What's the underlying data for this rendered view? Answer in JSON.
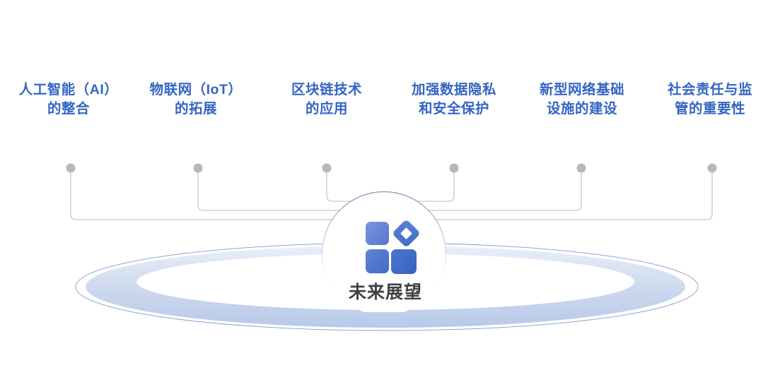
{
  "hub": {
    "title": "未来展望",
    "icon": "app-grid-diamond-icon"
  },
  "topics": [
    {
      "title": "人工智能（AI）\n的整合"
    },
    {
      "title": "物联网（IoT）\n的拓展"
    },
    {
      "title": "区块链技术\n的应用"
    },
    {
      "title": "加强数据隐私\n和安全保护"
    },
    {
      "title": "新型网络基础\n设施的建设"
    },
    {
      "title": "社会责任与监\n管的重要性"
    }
  ],
  "colors": {
    "background": "#ffffff",
    "label_text": "#3465c3",
    "hub_title_text": "#3d4145",
    "connector_line": "#cfd0d5",
    "connector_dot": "#b6b8bd",
    "hub_circle_border": "#8096bc",
    "ring_gradient_top": "#eaeffa",
    "ring_gradient_bottom": "#b7c9e8",
    "ring_outline": "#7f9cc9",
    "icon_gradient_start": "#7e97dc",
    "icon_gradient_end": "#3560bd"
  }
}
